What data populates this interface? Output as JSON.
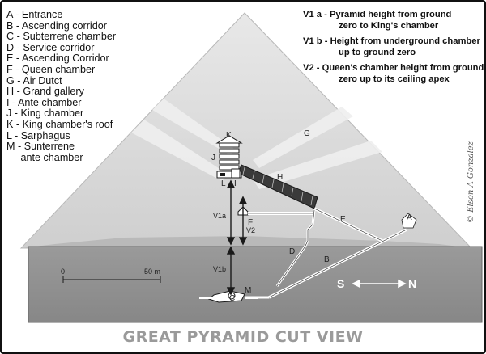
{
  "legend": [
    {
      "key": "A",
      "text": "Entrance"
    },
    {
      "key": "B",
      "text": "Ascending corridor"
    },
    {
      "key": "C",
      "text": "Subterrene chamber"
    },
    {
      "key": "D",
      "text": "Service corridor"
    },
    {
      "key": "E",
      "text": "Ascending Corridor"
    },
    {
      "key": "F",
      "text": "Queen chamber"
    },
    {
      "key": "G",
      "text": "Air Dutct"
    },
    {
      "key": "H",
      "text": "Grand gallery"
    },
    {
      "key": "I",
      "text": "Ante chamber"
    },
    {
      "key": "J",
      "text": "King chamber"
    },
    {
      "key": "K",
      "text": "King chamber's roof"
    },
    {
      "key": "L",
      "text": "Sarphagus"
    },
    {
      "key": "M",
      "text": "Sunterrene"
    },
    {
      "key": "",
      "text": "ante chamber"
    }
  ],
  "notes": [
    {
      "code": "V1 a",
      "line1": "Pyramid height from ground",
      "line2": "zero to King's chamber"
    },
    {
      "code": "V1 b",
      "line1": "Height from underground chamber",
      "line2": "up to ground zero"
    },
    {
      "code": "V2",
      "line1": "Queen's chamber height from ground",
      "line2": "zero up to its ceiling apex"
    }
  ],
  "labels": {
    "A": "A",
    "B": "B",
    "C": "C",
    "D": "D",
    "E": "E",
    "F": "F",
    "G": "G",
    "H": "H",
    "I": "I",
    "J": "J",
    "K": "K",
    "L": "L",
    "M": "M",
    "v1a": "V1a",
    "v1b": "V1b",
    "v2": "V2"
  },
  "scale": {
    "start": "0",
    "end": "50 m"
  },
  "compass": {
    "south": "S",
    "north": "N"
  },
  "title": "GREAT PYRAMID CUT VIEW",
  "signature": "© Elson A Gonzalez",
  "colors": {
    "pyramid_light": "#d5d5d5",
    "pyramid_upper": "#e4e4e4",
    "ground": "#8f8f8f",
    "line": "#1a1a1a",
    "title": "#9a9a9a"
  }
}
